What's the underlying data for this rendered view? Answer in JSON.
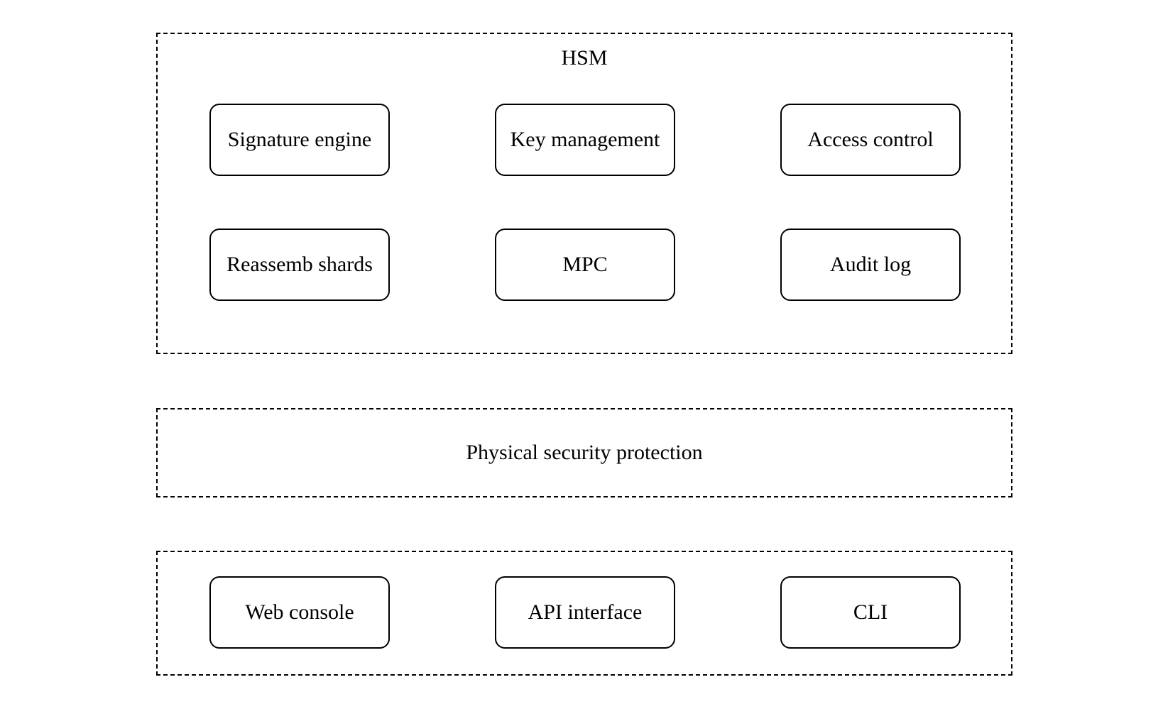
{
  "diagram": {
    "hsm_group": {
      "title": "HSM",
      "nodes": [
        "Signature engine",
        "Key management",
        "Access control",
        "Reassemb shards",
        "MPC",
        "Audit log"
      ]
    },
    "physical_group": {
      "label": "Physical security protection"
    },
    "interface_group": {
      "nodes": [
        "Web console",
        "API interface",
        "CLI"
      ]
    },
    "colors": {
      "stroke": "#000000",
      "background": "#ffffff"
    }
  }
}
